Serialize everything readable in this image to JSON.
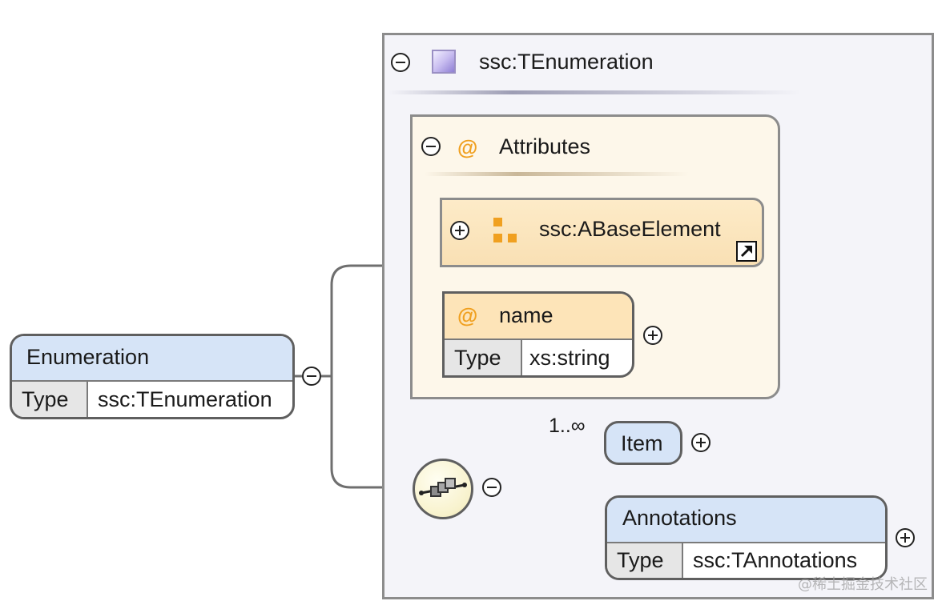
{
  "complex_type": {
    "name": "ssc:TEnumeration"
  },
  "attributes": {
    "title": "Attributes",
    "at_symbol": "@",
    "group_ref": {
      "name": "ssc:ABaseElement"
    },
    "name_attr": {
      "name": "name",
      "type_key": "Type",
      "type_value": "xs:string"
    }
  },
  "enumeration": {
    "name": "Enumeration",
    "type_key": "Type",
    "type_value": "ssc:TEnumeration"
  },
  "sequence": {
    "item": {
      "name": "Item",
      "occurs": "1..∞"
    },
    "annotations": {
      "name": "Annotations",
      "type_key": "Type",
      "type_value": "ssc:TAnnotations"
    }
  },
  "icons": {
    "complex_type": "complex-type-icon",
    "attribute": "attribute-icon",
    "attribute_group": "attribute-group-icon",
    "reference": "reference-link-icon",
    "sequence": "sequence-compositor-icon",
    "collapse": "collapse-icon",
    "expand": "expand-icon"
  },
  "colors": {
    "element_header": "#d6e4f7",
    "attribute_header": "#fde4b8",
    "attributes_background": "#fdf7ea",
    "type_background": "#f4f4f9",
    "accent": "#f0a020"
  },
  "watermark": "@稀土掘金技术社区"
}
